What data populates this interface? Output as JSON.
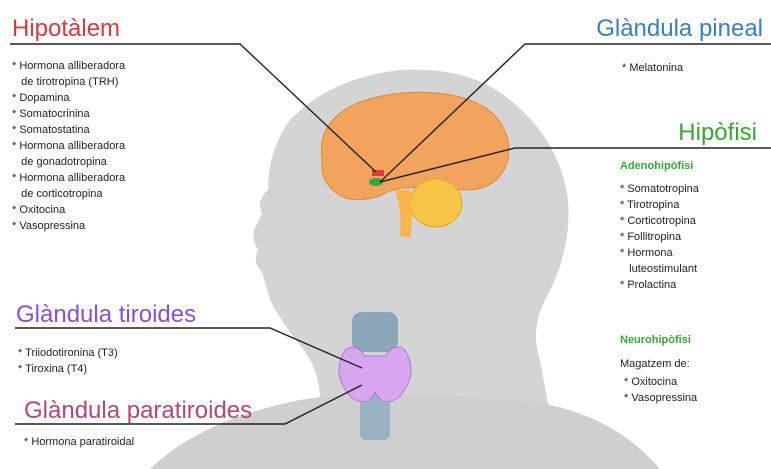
{
  "colors": {
    "hypothalamus": "#d93a3a",
    "pineal": "#3a7fc1",
    "pituitary": "#3aa636",
    "thyroid": "#8a4fd1",
    "parathyroid": "#b5496b",
    "brain": "#f2a35e",
    "cerebellum": "#f7c545",
    "head": "#d4d4d4"
  },
  "hypothalamus": {
    "title": "Hipotàlem",
    "hormones": [
      "* Hormona alliberadora\n   de tirotropina (TRH)",
      "* Dopamina",
      "* Somatocrinina",
      "* Somatostatina",
      "* Hormona alliberadora\n   de gonadotropina",
      "* Hormona alliberadora\n   de corticotropina",
      "* Oxitocina",
      "* Vasopressina"
    ]
  },
  "pineal": {
    "title": "Glàndula pineal",
    "hormones": [
      "* Melatonina"
    ]
  },
  "pituitary": {
    "title": "Hipòfisi",
    "adeno_title": "Adenohipòfisi",
    "adeno_hormones": [
      "* Somatotropina",
      "* Tirotropina",
      "* Corticotropina",
      "* Follitropina",
      "* Hormona\n   luteostimulant",
      "* Prolactina"
    ],
    "neuro_title": "Neurohipòfisi",
    "neuro_intro": "Magatzem de:",
    "neuro_hormones": [
      "* Oxitocina",
      "* Vasopressina"
    ]
  },
  "thyroid": {
    "title": "Glàndula tiroides",
    "hormones": [
      "* Triiodotironina (T3)",
      "* Tiroxina (T4)"
    ]
  },
  "parathyroid": {
    "title": "Glàndula paratiroides",
    "hormones": [
      "* Hormona paratiroidal"
    ]
  }
}
